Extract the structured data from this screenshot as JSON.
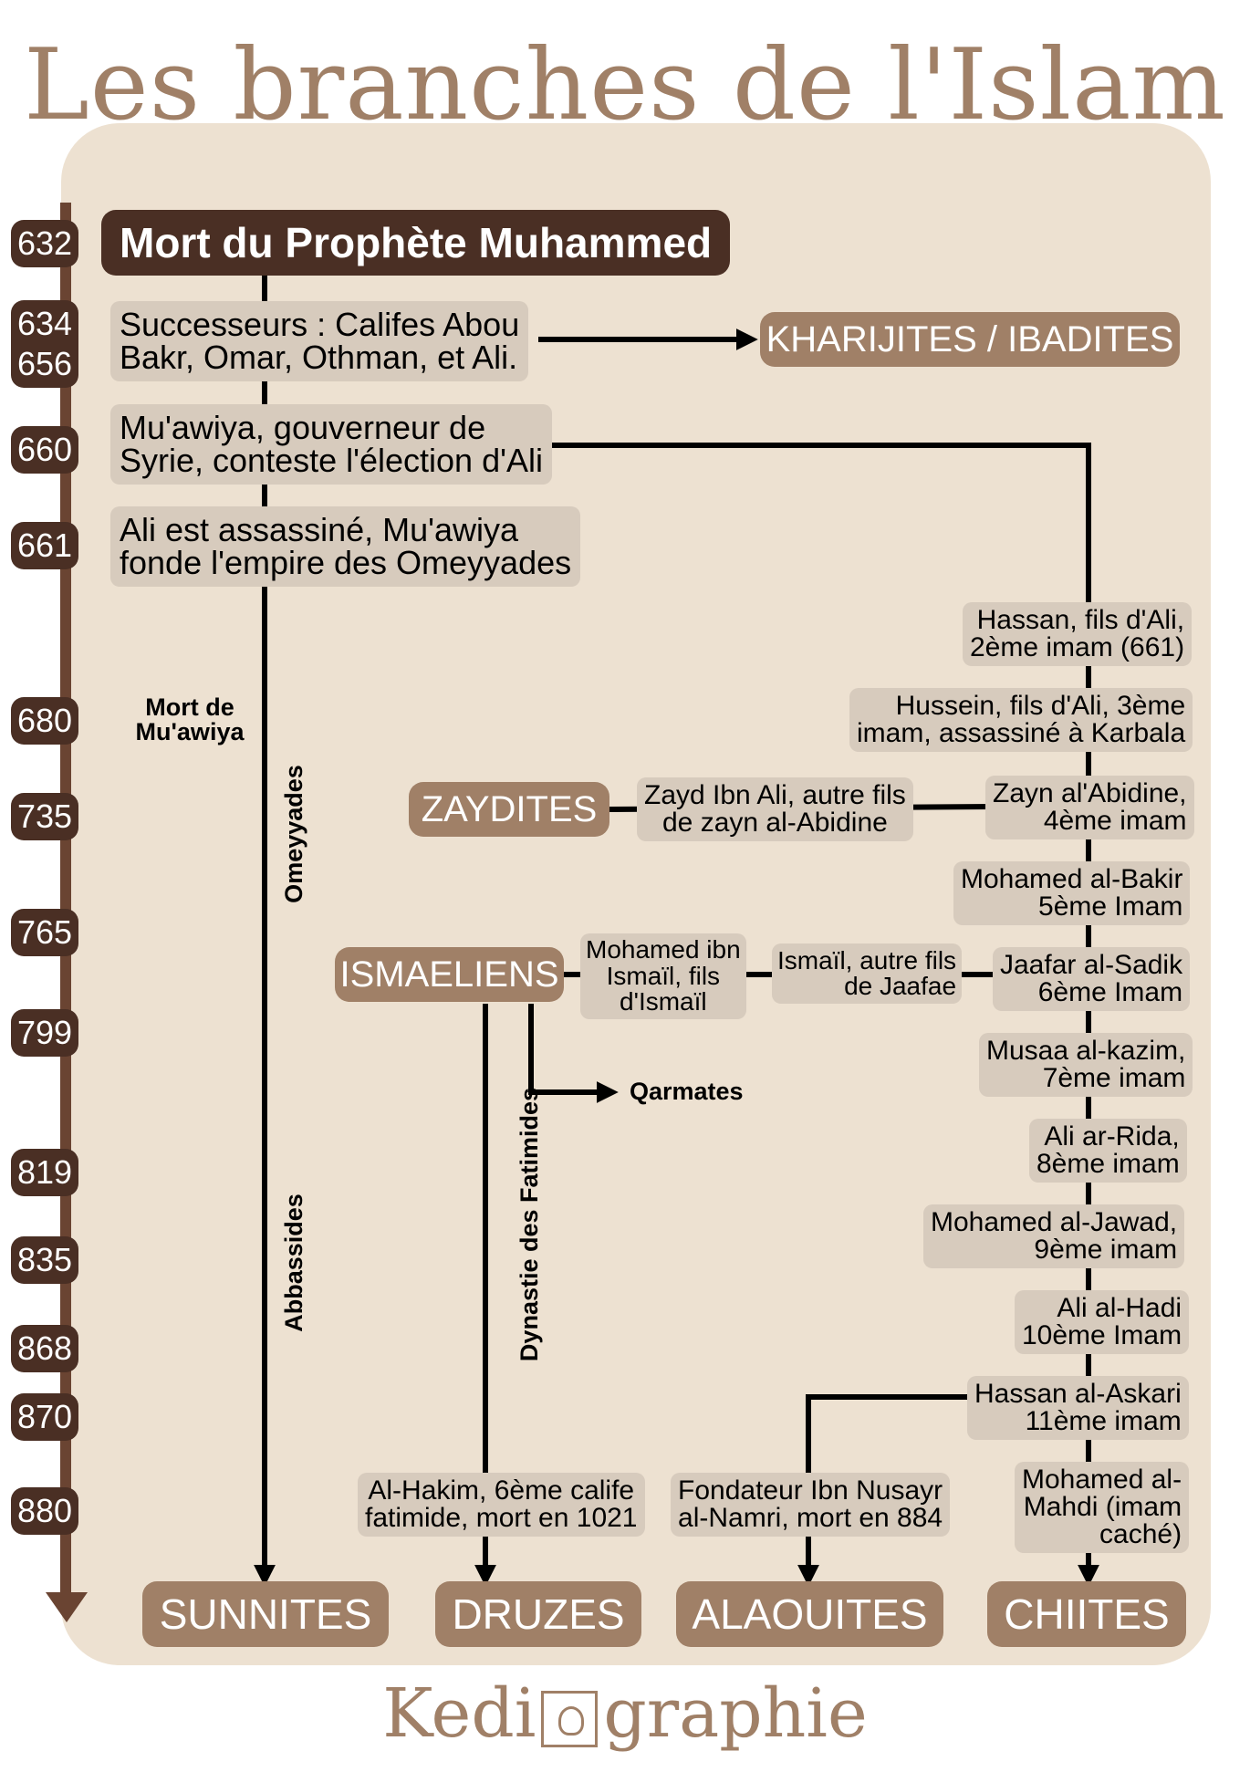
{
  "title": "Les branches de l'Islam",
  "footer": {
    "left": "Kedi",
    "right": "graphie"
  },
  "years": [
    "632",
    "634",
    "656",
    "660",
    "661",
    "680",
    "735",
    "765",
    "799",
    "819",
    "835",
    "868",
    "870",
    "880"
  ],
  "events": {
    "death": "Mort du Prophète Muhammed",
    "successors_l1": "Successeurs : Califes Abou",
    "successors_l2": "Bakr, Omar, Othman, et Ali.",
    "muawiya_l1": "Mu'awiya, gouverneur de",
    "muawiya_l2": "Syrie, conteste l'élection d'Ali",
    "ali_l1": "Ali est assassiné, Mu'awiya",
    "ali_l2": "fonde l'empire des Omeyyades",
    "death_muawiya_l1": "Mort de",
    "death_muawiya_l2": "Mu'awiya",
    "omeyyades": "Omeyyades",
    "abbassides": "Abbassides",
    "fatimides": "Dynastie des Fatimides",
    "qarmates": "Qarmates"
  },
  "imams": [
    {
      "l1": "Hassan, fils d'Ali,",
      "l2": "2ème imam (661)"
    },
    {
      "l1": "Hussein, fils d'Ali, 3ème",
      "l2": "imam, assassiné à Karbala"
    },
    {
      "l1": "Zayn al'Abidine,",
      "l2": "4ème imam"
    },
    {
      "l1": "Mohamed al-Bakir",
      "l2": "5ème Imam"
    },
    {
      "l1": "Jaafar al-Sadik",
      "l2": "6ème Imam"
    },
    {
      "l1": "Musaa al-kazim,",
      "l2": "7ème imam"
    },
    {
      "l1": "Ali ar-Rida,",
      "l2": "8ème imam"
    },
    {
      "l1": "Mohamed al-Jawad,",
      "l2": "9ème imam"
    },
    {
      "l1": "Ali al-Hadi",
      "l2": "10ème Imam"
    },
    {
      "l1": "Hassan al-Askari",
      "l2": "11ème imam"
    },
    {
      "l1": "Mohamed al-",
      "l2": "Mahdi (imam",
      "l3": "caché)"
    }
  ],
  "zayd": {
    "l1": "Zayd Ibn Ali, autre fils",
    "l2": "de zayn al-Abidine"
  },
  "ismail": {
    "l1": "Ismaïl, autre fils",
    "l2": "de Jaafae"
  },
  "mohamed_ismail": {
    "l1": "Mohamed ibn",
    "l2": "Ismaïl, fils",
    "l3": "d'Ismaïl"
  },
  "hakim": {
    "l1": "Al-Hakim, 6ème calife",
    "l2": "fatimide, mort en 1021"
  },
  "nusayr": {
    "l1": "Fondateur Ibn Nusayr",
    "l2": "al-Namri, mort en 884"
  },
  "sects": {
    "kharijites": "KHARIJITES / IBADITES",
    "zaydites": "ZAYDITES",
    "ismaeliens": "ISMAELIENS"
  },
  "branches": {
    "sunnites": "SUNNITES",
    "druzes": "DRUZES",
    "alaouites": "ALAOUITES",
    "chiites": "CHIITES"
  },
  "colors": {
    "dark_brown": "#4a2f24",
    "accent": "#a08067",
    "panel": "#ede1d1",
    "box": "#d7cbbd"
  }
}
